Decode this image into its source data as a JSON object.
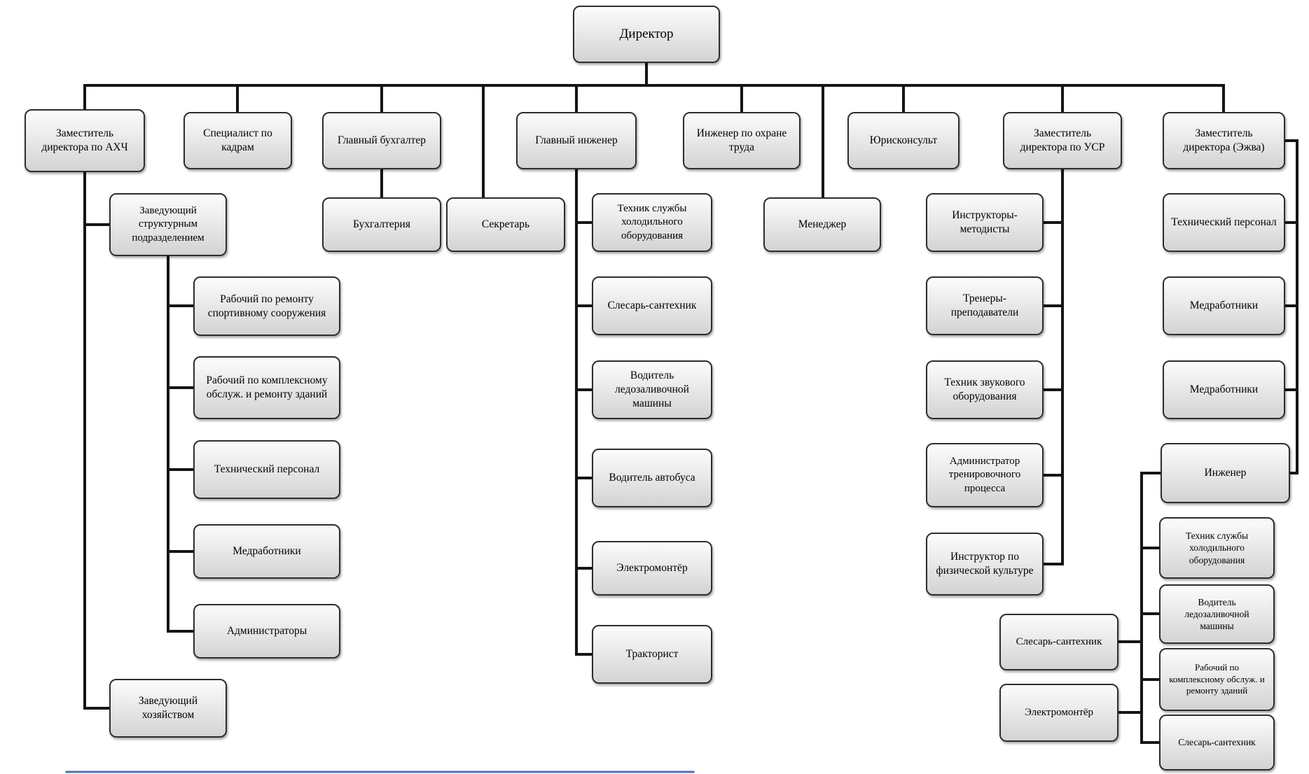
{
  "diagram": {
    "type": "org-chart",
    "language": "ru",
    "root": "director"
  },
  "colors": {
    "box_fill_top": "#fcfcfc",
    "box_fill_bottom": "#d3d3d3",
    "box_border": "#2e2e2e",
    "connector": "#151515",
    "page_border_accent": "#4472c4",
    "text": "#000000",
    "background": "#ffffff"
  },
  "nodes": [
    {
      "id": "director",
      "label": "Директор",
      "parent": null
    },
    {
      "id": "deputy_ahch",
      "label": "Заместитель директора по АХЧ",
      "parent": "director"
    },
    {
      "id": "hr_specialist",
      "label": "Специалист по кадрам",
      "parent": "director"
    },
    {
      "id": "chief_accountant",
      "label": "Главный бухгалтер",
      "parent": "director"
    },
    {
      "id": "chief_engineer",
      "label": "Главный инженер",
      "parent": "director"
    },
    {
      "id": "safety_engineer",
      "label": "Инженер по охране труда",
      "parent": "director"
    },
    {
      "id": "legal_counsel",
      "label": "Юрисконсульт",
      "parent": "director"
    },
    {
      "id": "deputy_usr",
      "label": "Заместитель директора по УСР",
      "parent": "director"
    },
    {
      "id": "deputy_ezhva",
      "label": "Заместитель директора (Эжва)",
      "parent": "director"
    },
    {
      "id": "accounting",
      "label": "Бухгалтерия",
      "parent": "chief_accountant"
    },
    {
      "id": "secretary",
      "label": "Секретарь",
      "parent": "director"
    },
    {
      "id": "manager",
      "label": "Менеджер",
      "parent": "director"
    },
    {
      "id": "head_unit",
      "label": "Заведующий структурным подразделением",
      "parent": "deputy_ahch"
    },
    {
      "id": "sports_repair",
      "label": "Рабочий по ремонту спортивному сооружения",
      "parent": "head_unit"
    },
    {
      "id": "complex_service",
      "label": "Рабочий по комплексному обслуж. и ремонту зданий",
      "parent": "head_unit"
    },
    {
      "id": "tech_staff_ahch",
      "label": "Технический персонал",
      "parent": "head_unit"
    },
    {
      "id": "med_ahch",
      "label": "Медработники",
      "parent": "head_unit"
    },
    {
      "id": "administrators",
      "label": "Администраторы",
      "parent": "head_unit"
    },
    {
      "id": "head_household",
      "label": "Заведующий хозяйством",
      "parent": "deputy_ahch"
    },
    {
      "id": "fridge_tech_1",
      "label": "Техник службы холодильного оборудования",
      "parent": "chief_engineer"
    },
    {
      "id": "plumber_1",
      "label": "Слесарь-сантехник",
      "parent": "chief_engineer"
    },
    {
      "id": "ice_driver_1",
      "label": "Водитель ледозаливочной машины",
      "parent": "chief_engineer"
    },
    {
      "id": "bus_driver",
      "label": "Водитель автобуса",
      "parent": "chief_engineer"
    },
    {
      "id": "electrician_1",
      "label": "Электромонтёр",
      "parent": "chief_engineer"
    },
    {
      "id": "tractor_driver",
      "label": "Тракторист",
      "parent": "chief_engineer"
    },
    {
      "id": "instructors",
      "label": "Инструкторы-методисты",
      "parent": "deputy_usr"
    },
    {
      "id": "trainers",
      "label": "Тренеры-преподаватели",
      "parent": "deputy_usr"
    },
    {
      "id": "sound_tech",
      "label": "Техник звукового оборудования",
      "parent": "deputy_usr"
    },
    {
      "id": "training_admin",
      "label": "Администратор тренировочного процесса",
      "parent": "deputy_usr"
    },
    {
      "id": "phys_instructor",
      "label": "Инструктор по физической культуре",
      "parent": "deputy_usr"
    },
    {
      "id": "tech_staff_ezhva",
      "label": "Технический персонал",
      "parent": "deputy_ezhva"
    },
    {
      "id": "med_ezhva_1",
      "label": "Медработники",
      "parent": "deputy_ezhva"
    },
    {
      "id": "med_ezhva_2",
      "label": "Медработники",
      "parent": "deputy_ezhva"
    },
    {
      "id": "engineer_ezhva",
      "label": "Инженер",
      "parent": "deputy_ezhva"
    },
    {
      "id": "plumber_2",
      "label": "Слесарь-сантехник",
      "parent": "engineer_ezhva"
    },
    {
      "id": "electrician_2",
      "label": "Электромонтёр",
      "parent": "engineer_ezhva"
    },
    {
      "id": "fridge_tech_2",
      "label": "Техник службы холодильного оборудования",
      "parent": "engineer_ezhva"
    },
    {
      "id": "ice_driver_2",
      "label": "Водитель ледозаливочной машины",
      "parent": "engineer_ezhva"
    },
    {
      "id": "complex_service_2",
      "label": "Рабочий по комплексному обслуж. и ремонту зданий",
      "parent": "engineer_ezhva"
    },
    {
      "id": "plumber_3",
      "label": "Слесарь-сантехник",
      "parent": "engineer_ezhva"
    }
  ]
}
